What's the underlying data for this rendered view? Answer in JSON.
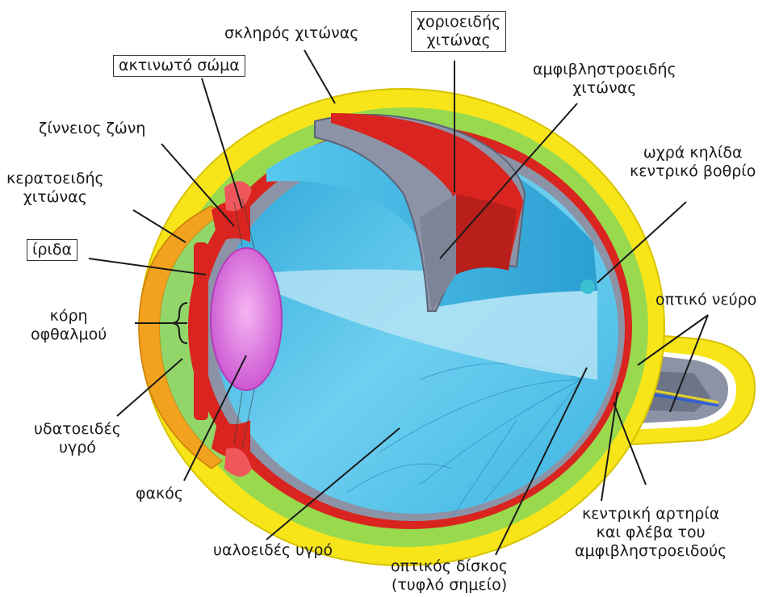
{
  "labels": {
    "scleroid": "σκληρός χιτώνας",
    "choroid": [
      "χοριοειδής",
      "χιτώνας"
    ],
    "ciliary_body": "ακτινωτό σώμα",
    "retina": [
      "αμφιβληστροειδής",
      "χιτώνας"
    ],
    "zonule": "ζίννειος ζώνη",
    "cornea": [
      "κερατοειδής",
      "χιτώνας"
    ],
    "macula": [
      "ωχρά κηλίδα",
      "κεντρικό βοθρίο"
    ],
    "iris": "ίριδα",
    "optic_nerve": "οπτικό νεύρο",
    "pupil": [
      "κόρη",
      "οφθαλμού"
    ],
    "aqueous": [
      "υδατοειδές",
      "υγρό"
    ],
    "lens": "φακός",
    "artery_vein": [
      "κεντρική αρτηρία",
      "και φλέβα του",
      "αμφιβληστροειδούς"
    ],
    "vitreous": "υαλοειδές υγρό",
    "optic_disc": [
      "οπτικός δίσκος",
      "(τυφλό σημείο)"
    ]
  },
  "colors": {
    "sclera_outer": "#f7e51a",
    "sclera_inner": "#98d94e",
    "choroid": "#d9241f",
    "retina_band": "#7f8aa0",
    "vitreous": "#4fbfe6",
    "lens": "#d76bd9",
    "cornea": "#f3a21f"
  }
}
